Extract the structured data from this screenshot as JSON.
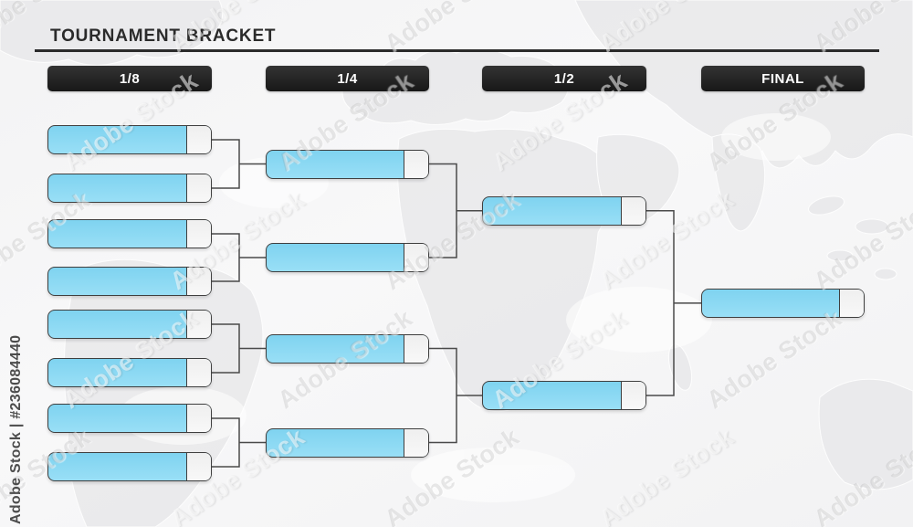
{
  "page": {
    "title": "TOURNAMENT BRACKET"
  },
  "rounds": [
    {
      "label": "1/8",
      "slots": 8
    },
    {
      "label": "1/4",
      "slots": 4
    },
    {
      "label": "1/2",
      "slots": 2
    },
    {
      "label": "FINAL",
      "slots": 1
    }
  ],
  "watermark": {
    "diagonal_text": "Adobe Stock",
    "credit_text": "Adobe Stock | #236084440"
  },
  "colors": {
    "slot_fill_top": "#7fd3f0",
    "slot_fill_bottom": "#99dff6",
    "slot_cap": "#f3f3f3",
    "slot_border": "#3f3f3f",
    "connector": "#4a4a4a",
    "header_bg_top": "#333333",
    "header_bg_bottom": "#181818",
    "header_text": "#ffffff",
    "title_text": "#2b2b2b",
    "background": "#f5f5f6",
    "map_land": "#e9e9eb"
  }
}
